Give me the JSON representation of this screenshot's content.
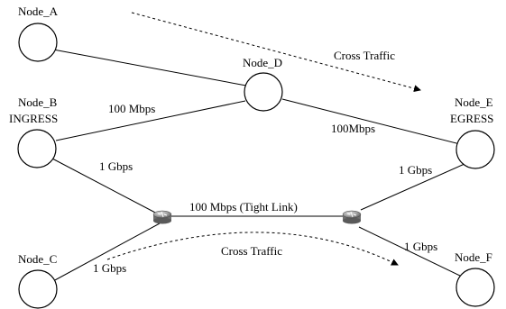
{
  "nodes": {
    "a": {
      "name": "Node_A"
    },
    "b": {
      "name": "Node_B",
      "role": "INGRESS"
    },
    "c": {
      "name": "Node_C"
    },
    "d": {
      "name": "Node_D"
    },
    "e": {
      "name": "Node_E",
      "role": "EGRESS"
    },
    "f": {
      "name": "Node_F"
    }
  },
  "links": {
    "b_d": "100 Mbps",
    "d_e": "100Mbps",
    "b_r1": "1 Gbps",
    "c_r1": "1 Gbps",
    "r1_r2": "100 Mbps (Tight Link)",
    "e_r2": "1 Gbps",
    "r2_f": "1 Gbps"
  },
  "traffic": {
    "top": "Cross Traffic",
    "bottom": "Cross Traffic"
  },
  "icons": {
    "router": "router-icon",
    "host": "host-node-circle"
  }
}
